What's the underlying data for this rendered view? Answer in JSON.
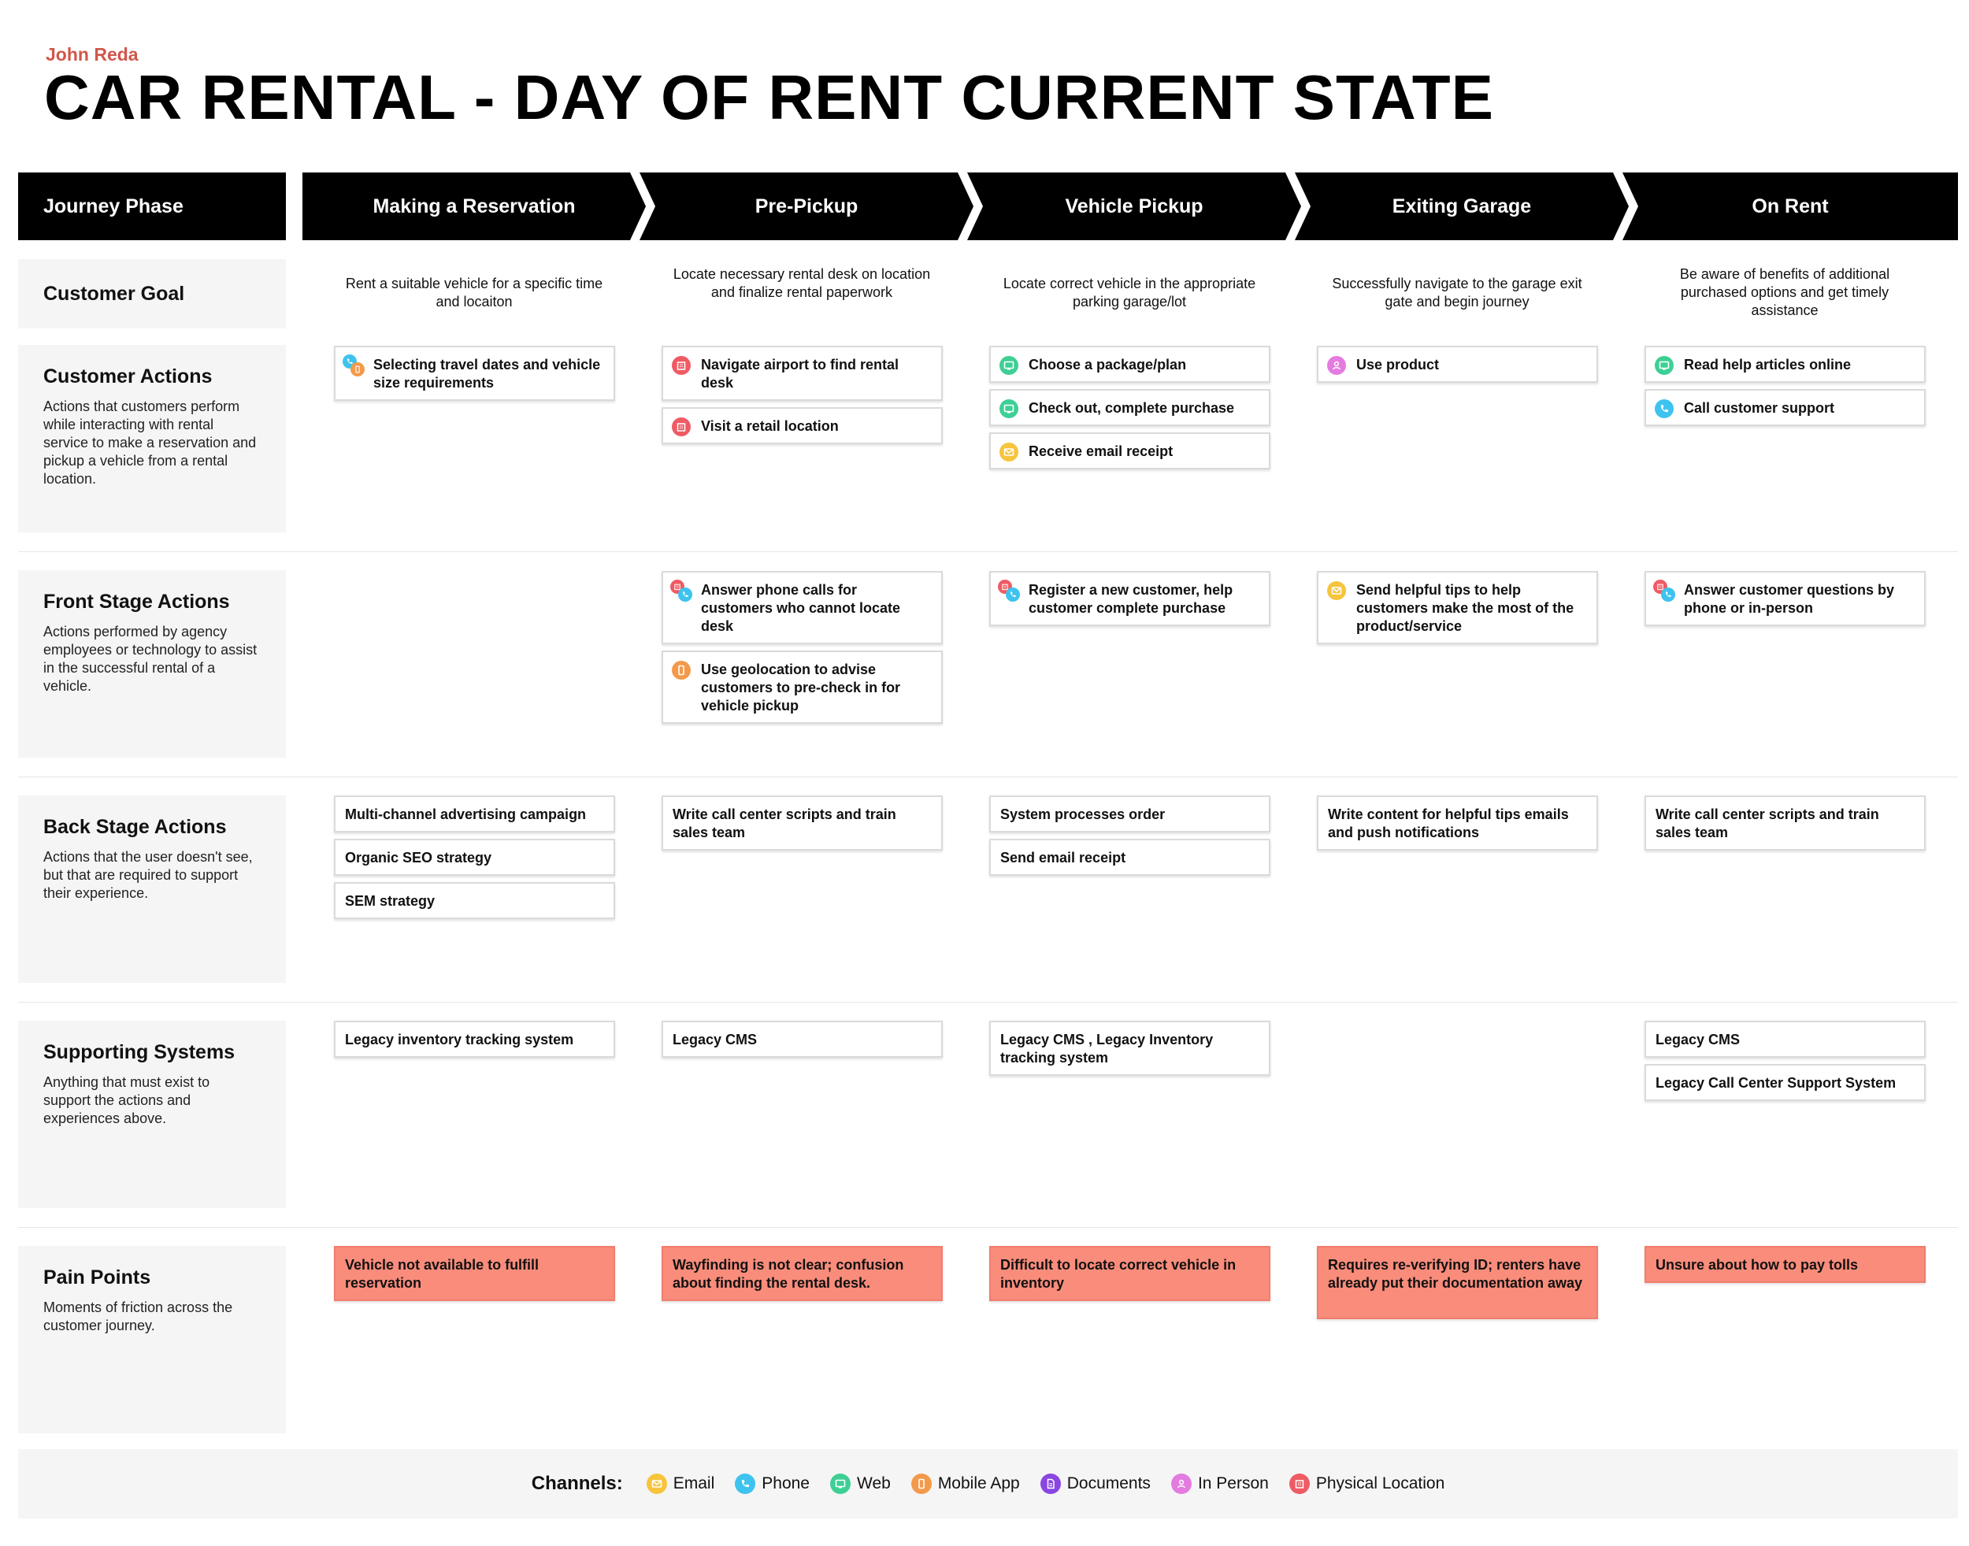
{
  "author": "John Reda",
  "title": "CAR RENTAL - DAY OF RENT CURRENT STATE",
  "phase_label": "Journey Phase",
  "phases": [
    "Making a Reservation",
    "Pre-Pickup",
    "Vehicle Pickup",
    "Exiting Garage",
    "On Rent"
  ],
  "rows": {
    "goal": {
      "title": "Customer Goal"
    },
    "customer_actions": {
      "title": "Customer Actions",
      "desc": "Actions that customers perform while interacting with rental service to make a reservation and pickup a vehicle from a rental location."
    },
    "front_stage": {
      "title": "Front Stage Actions",
      "desc": "Actions performed by agency employees or technology to assist in the successful rental of a vehicle."
    },
    "back_stage": {
      "title": "Back Stage Actions",
      "desc": "Actions that the user doesn't see, but that are required to support their experience."
    },
    "supporting": {
      "title": "Supporting Systems",
      "desc": "Anything that must exist to support the actions and experiences above."
    },
    "pain": {
      "title": "Pain Points",
      "desc": "Moments of friction across the customer journey."
    }
  },
  "goals": [
    "Rent a suitable vehicle for a specific time and locaiton",
    "Locate necessary rental desk on location and finalize rental paperwork",
    "Locate correct vehicle in the appropriate parking garage/lot",
    "Successfully navigate to the garage exit gate and begin journey",
    "Be aware of benefits of additional purchased options and get timely assistance"
  ],
  "customer_actions": [
    [
      {
        "text": "Selecting travel dates and vehicle size requirements",
        "icons": [
          "phone-icon",
          "mobile-app-icon"
        ]
      }
    ],
    [
      {
        "text": "Navigate airport to find rental desk",
        "icons": [
          "physical-location-icon"
        ]
      },
      {
        "text": "Visit a retail location",
        "icons": [
          "physical-location-icon"
        ]
      }
    ],
    [
      {
        "text": "Choose a package/plan",
        "icons": [
          "web-icon"
        ]
      },
      {
        "text": "Check out, complete purchase",
        "icons": [
          "web-icon"
        ]
      },
      {
        "text": "Receive email receipt",
        "icons": [
          "email-icon"
        ]
      }
    ],
    [
      {
        "text": "Use product",
        "icons": [
          "in-person-icon"
        ]
      }
    ],
    [
      {
        "text": "Read help articles online",
        "icons": [
          "web-icon"
        ]
      },
      {
        "text": "Call customer support",
        "icons": [
          "phone-icon"
        ]
      }
    ]
  ],
  "front_stage": [
    [],
    [
      {
        "text": "Answer phone calls for customers who cannot locate desk",
        "icons": [
          "physical-location-icon",
          "phone-icon"
        ]
      },
      {
        "text": "Use geolocation to advise customers to pre-check in for vehicle pickup",
        "icons": [
          "mobile-app-icon"
        ]
      }
    ],
    [
      {
        "text": "Register a new customer, help customer complete purchase",
        "icons": [
          "physical-location-icon",
          "phone-icon"
        ]
      }
    ],
    [
      {
        "text": "Send helpful tips to help customers make the most of the product/service",
        "icons": [
          "email-icon"
        ]
      }
    ],
    [
      {
        "text": "Answer customer questions by phone or in-person",
        "icons": [
          "physical-location-icon",
          "phone-icon"
        ]
      }
    ]
  ],
  "back_stage": [
    [
      "Multi-channel advertising campaign",
      "Organic SEO strategy",
      "SEM strategy"
    ],
    [
      "Write call center scripts and train sales team"
    ],
    [
      "System processes order",
      "Send email receipt"
    ],
    [
      "Write content for helpful tips emails and push notifications"
    ],
    [
      "Write call center scripts and train sales team"
    ]
  ],
  "supporting": [
    [
      "Legacy inventory tracking system"
    ],
    [
      "Legacy CMS"
    ],
    [
      "Legacy CMS , Legacy Inventory tracking system"
    ],
    [],
    [
      "Legacy CMS",
      "Legacy Call Center Support System"
    ]
  ],
  "pain_points": [
    "Vehicle not available to fulfill reservation",
    "Wayfinding is not clear; confusion about finding the rental desk.",
    "Difficult to locate correct vehicle in inventory",
    "Requires re-verifying ID; renters have already put their documentation away",
    "Unsure about how to pay tolls"
  ],
  "legend": {
    "title": "Channels:",
    "items": [
      {
        "label": "Email",
        "icon": "email-icon",
        "color": "#f6c43d"
      },
      {
        "label": "Phone",
        "icon": "phone-icon",
        "color": "#3ec3ee"
      },
      {
        "label": "Web",
        "icon": "web-icon",
        "color": "#3ecf95"
      },
      {
        "label": "Mobile App",
        "icon": "mobile-app-icon",
        "color": "#f39a4a"
      },
      {
        "label": "Documents",
        "icon": "documents-icon",
        "color": "#8a46e0"
      },
      {
        "label": "In Person",
        "icon": "in-person-icon",
        "color": "#e47ce0"
      },
      {
        "label": "Physical Location",
        "icon": "physical-location-icon",
        "color": "#ef5b64"
      }
    ]
  }
}
